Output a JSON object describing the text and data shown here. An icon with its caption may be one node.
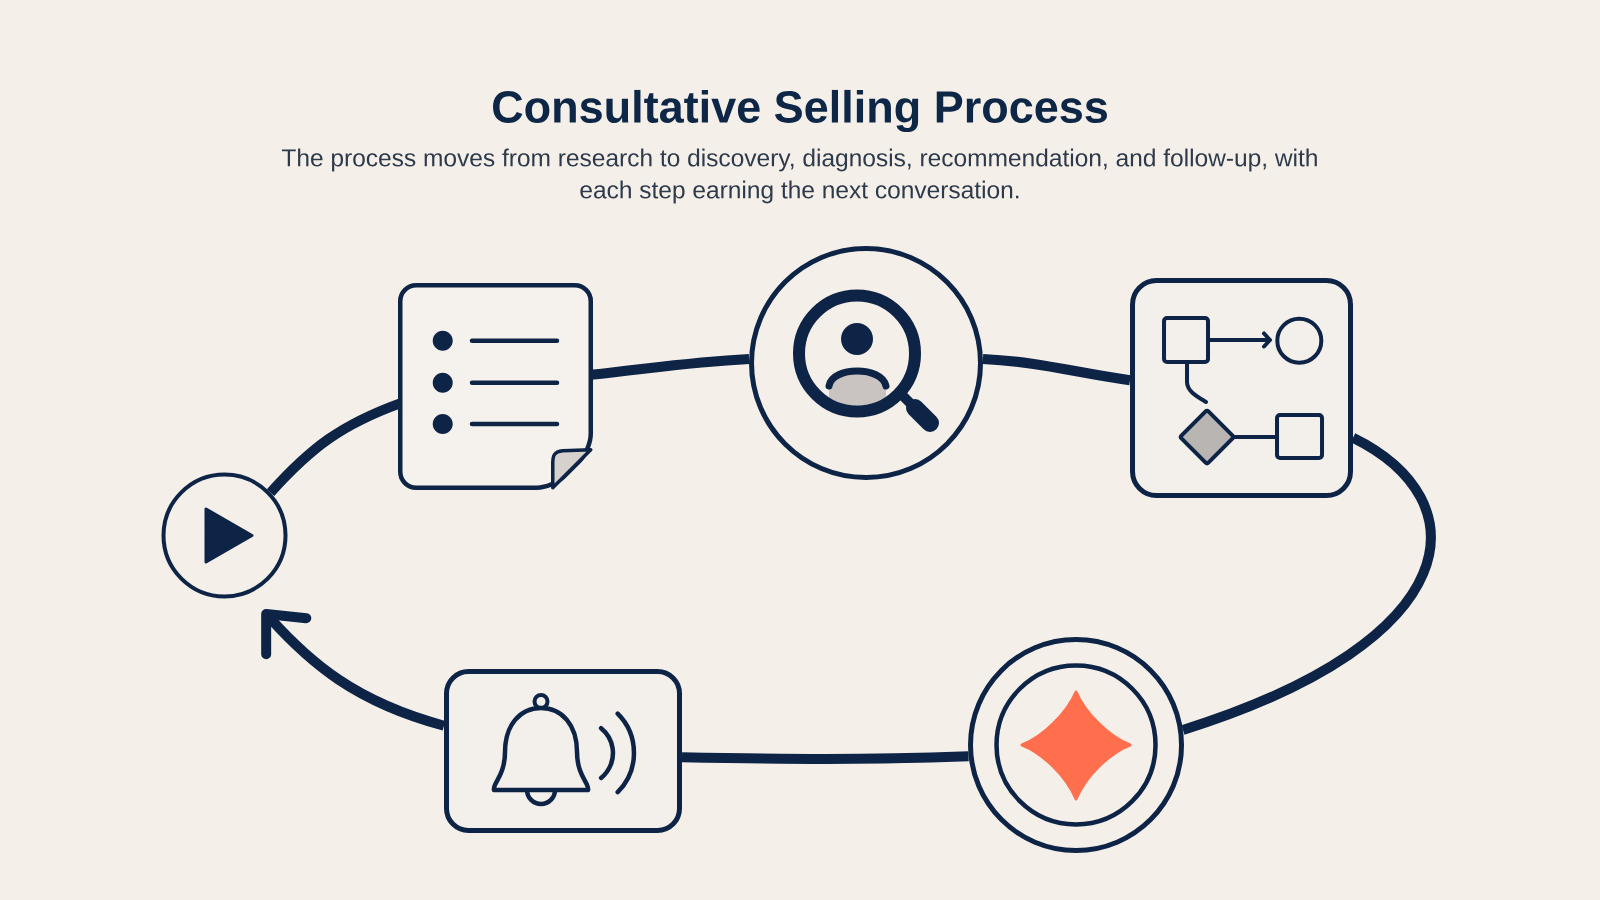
{
  "diagram": {
    "title": "Consultative Selling Process",
    "caption": "The process moves from research to discovery, diagnosis, recommendation, and follow-up, with each step earning the next conversation.",
    "nodes": [
      {
        "text": [],
        "shape": "circle"
      },
      {
        "text": [],
        "shape": "document"
      },
      {
        "text": [],
        "shape": "circle"
      },
      {
        "text": [],
        "shape": "box"
      },
      {
        "text": [],
        "shape": "circle"
      },
      {
        "text": [],
        "shape": "box"
      }
    ],
    "edges": [
      {
        "from": 0,
        "to": 1,
        "arrow": "none"
      },
      {
        "from": 1,
        "to": 2,
        "arrow": "none"
      },
      {
        "from": 2,
        "to": 3,
        "arrow": "none"
      },
      {
        "from": 3,
        "to": 4,
        "arrow": "none"
      },
      {
        "from": 4,
        "to": 5,
        "arrow": "none"
      },
      {
        "from": 5,
        "to": 0,
        "arrow": "to"
      }
    ]
  }
}
